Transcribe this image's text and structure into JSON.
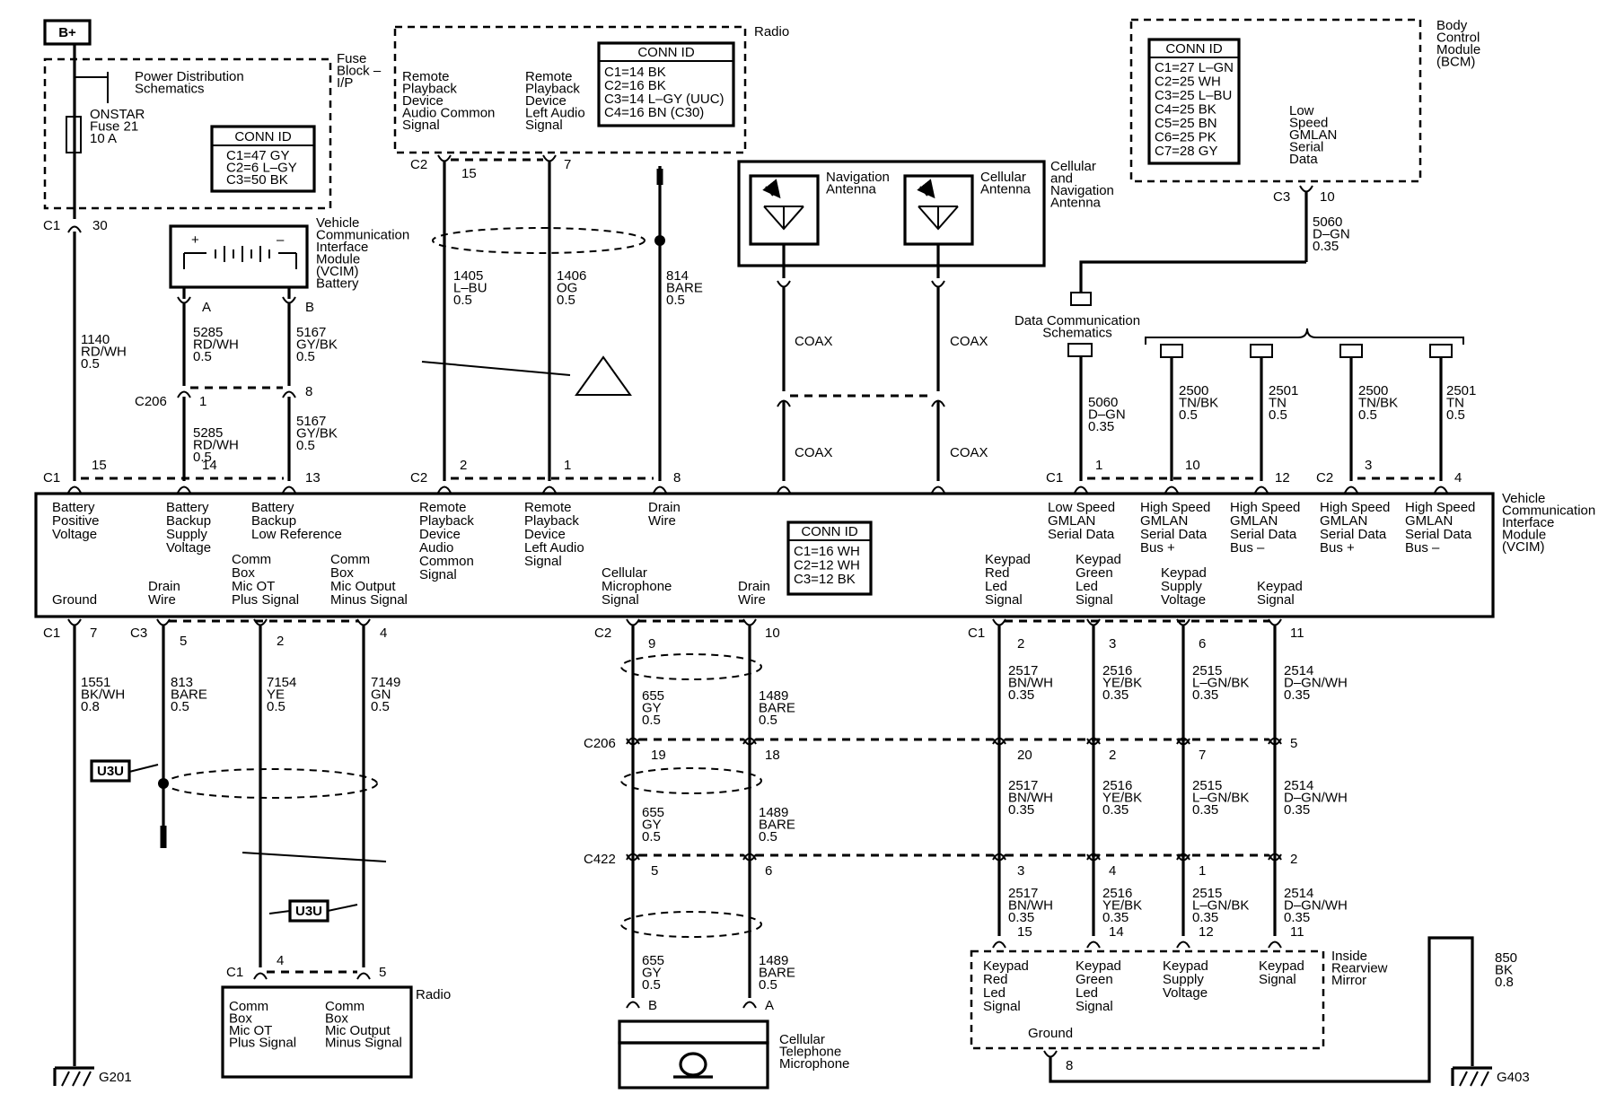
{
  "power": {
    "label": "B+"
  },
  "fuse_block": {
    "title": [
      "Fuse",
      "Block –",
      "I/P"
    ],
    "pds": [
      "Power Distribution",
      "Schematics"
    ],
    "fuse": [
      "ONSTAR",
      "Fuse 21",
      "10 A"
    ],
    "conn_id": {
      "title": "CONN ID",
      "lines": [
        "C1=47 GY",
        "C2=6 L–GY",
        "C3=50 BK"
      ]
    }
  },
  "radio_top": {
    "title": "Radio",
    "sig_common": [
      "Remote",
      "Playback",
      "Device",
      "Audio Common",
      "Signal"
    ],
    "sig_left": [
      "Remote",
      "Playback",
      "Device",
      "Left Audio",
      "Signal"
    ],
    "conn_id": {
      "title": "CONN ID",
      "lines": [
        "C1=14 BK",
        "C2=16 BK",
        "C3=14 L–GY (UUC)",
        "C4=16 BN (C30)"
      ]
    }
  },
  "bcm": {
    "title": [
      "Body",
      "Control",
      "Module",
      "(BCM)"
    ],
    "signal": [
      "Low",
      "Speed",
      "GMLAN",
      "Serial",
      "Data"
    ],
    "conn_id": {
      "title": "CONN ID",
      "lines": [
        "C1=27 L–GN",
        "C2=25 WH",
        "C3=25 L–BU",
        "C4=25 BK",
        "C5=25 BN",
        "C6=25 PK",
        "C7=28 GY"
      ]
    }
  },
  "battery": {
    "title": [
      "Vehicle",
      "Communication",
      "Interface",
      "Module",
      "(VCIM)",
      "Battery"
    ],
    "plus": "+",
    "minus": "–"
  },
  "antenna": {
    "title": [
      "Cellular",
      "and",
      "Navigation",
      "Antenna"
    ],
    "nav": [
      "Navigation",
      "Antenna"
    ],
    "cell": [
      "Cellular",
      "Antenna"
    ]
  },
  "dcs": [
    "Data Communication",
    "Schematics"
  ],
  "vcim": {
    "title": [
      "Vehicle",
      "Communication",
      "Interface",
      "Module",
      "(VCIM)"
    ],
    "conn_id": {
      "title": "CONN ID",
      "lines": [
        "C1=16 WH",
        "C2=12 WH",
        "C3=12 BK"
      ]
    },
    "top_labels": [
      {
        "lines": [
          "Battery",
          "Positive",
          "Voltage"
        ]
      },
      {
        "lines": [
          "Battery",
          "Backup",
          "Supply",
          "Voltage"
        ]
      },
      {
        "lines": [
          "Battery",
          "Backup",
          "Low Reference"
        ]
      },
      {
        "lines": [
          "Remote",
          "Playback",
          "Device",
          "Audio",
          "Common",
          "Signal"
        ]
      },
      {
        "lines": [
          "Remote",
          "Playback",
          "Device",
          "Left Audio",
          "Signal"
        ]
      },
      {
        "lines": [
          "Drain",
          "Wire"
        ]
      },
      {
        "lines": [
          "Low Speed",
          "GMLAN",
          "Serial Data"
        ]
      },
      {
        "lines": [
          "High Speed",
          "GMLAN",
          "Serial Data",
          "Bus +"
        ]
      },
      {
        "lines": [
          "High Speed",
          "GMLAN",
          "Serial Data",
          "Bus –"
        ]
      },
      {
        "lines": [
          "High Speed",
          "GMLAN",
          "Serial Data",
          "Bus +"
        ]
      },
      {
        "lines": [
          "High Speed",
          "GMLAN",
          "Serial Data",
          "Bus –"
        ]
      }
    ],
    "bottom_labels": [
      {
        "lines": [
          "Ground"
        ]
      },
      {
        "lines": [
          "Drain",
          "Wire"
        ]
      },
      {
        "lines": [
          "Comm",
          "Box",
          "Mic OT",
          "Plus Signal"
        ]
      },
      {
        "lines": [
          "Comm",
          "Box",
          "Mic Output",
          "Minus Signal"
        ]
      },
      {
        "lines": [
          "Cellular",
          "Microphone",
          "Signal"
        ]
      },
      {
        "lines": [
          "Drain",
          "Wire"
        ]
      },
      {
        "lines": [
          "Keypad",
          "Red",
          "Led",
          "Signal"
        ]
      },
      {
        "lines": [
          "Keypad",
          "Green",
          "Led",
          "Signal"
        ]
      },
      {
        "lines": [
          "Keypad",
          "Supply",
          "Voltage"
        ]
      },
      {
        "lines": [
          "Keypad",
          "Signal"
        ]
      }
    ]
  },
  "connectors": {
    "C1": "C1",
    "C2": "C2",
    "C3": "C3",
    "C206": "C206",
    "C422": "C422"
  },
  "pins": {
    "fuse_c1": "30",
    "batt_a": "A",
    "batt_b": "B",
    "c206_1": "1",
    "c206_8": "8",
    "radio_15": "15",
    "radio_7": "7",
    "bcm_10": "10",
    "v_15": "15",
    "v_14": "14",
    "v_13": "13",
    "v_2": "2",
    "v_1": "1",
    "v_8": "8",
    "v_c1_1": "1",
    "v_10": "10",
    "v_12": "12",
    "v_c2_3": "3",
    "v_4": "4",
    "b_7": "7",
    "b_5": "5",
    "b_2": "2",
    "b_4": "4",
    "b_9": "9",
    "b_10": "10",
    "k_2": "2",
    "k_3": "3",
    "k_6": "6",
    "k_11": "11",
    "m206_19": "19",
    "m206_18": "18",
    "k206_20": "20",
    "k206_2": "2",
    "k206_7": "7",
    "k206_5": "5",
    "m422_5": "5",
    "m422_6": "6",
    "k422_3": "3",
    "k422_4": "4",
    "k422_1": "1",
    "k422_2": "2",
    "r_4": "4",
    "r_5": "5",
    "mic_b": "B",
    "mic_a": "A",
    "mir_15": "15",
    "mir_14": "14",
    "mir_12": "12",
    "mir_11": "11",
    "mir_8": "8"
  },
  "wires": {
    "w1140": [
      "1140",
      "RD/WH",
      "0.5"
    ],
    "w5285a": [
      "5285",
      "RD/WH",
      "0.5"
    ],
    "w5167a": [
      "5167",
      "GY/BK",
      "0.5"
    ],
    "w5285b": [
      "5285",
      "RD/WH",
      "0.5"
    ],
    "w5167b": [
      "5167",
      "GY/BK",
      "0.5"
    ],
    "w1405": [
      "1405",
      "L–BU",
      "0.5"
    ],
    "w1406": [
      "1406",
      "OG",
      "0.5"
    ],
    "w814": [
      "814",
      "BARE",
      "0.5"
    ],
    "coax": "COAX",
    "w5060a": [
      "5060",
      "D–GN",
      "0.35"
    ],
    "w5060b": [
      "5060",
      "D–GN",
      "0.35"
    ],
    "w2500a": [
      "2500",
      "TN/BK",
      "0.5"
    ],
    "w2501a": [
      "2501",
      "TN",
      "0.5"
    ],
    "w2500b": [
      "2500",
      "TN/BK",
      "0.5"
    ],
    "w2501b": [
      "2501",
      "TN",
      "0.5"
    ],
    "w1551": [
      "1551",
      "BK/WH",
      "0.8"
    ],
    "w813": [
      "813",
      "BARE",
      "0.5"
    ],
    "w7154": [
      "7154",
      "YE",
      "0.5"
    ],
    "w7149": [
      "7149",
      "GN",
      "0.5"
    ],
    "w655": [
      "655",
      "GY",
      "0.5"
    ],
    "w1489": [
      "1489",
      "BARE",
      "0.5"
    ],
    "w2517": [
      "2517",
      "BN/WH",
      "0.35"
    ],
    "w2516": [
      "2516",
      "YE/BK",
      "0.35"
    ],
    "w2515": [
      "2515",
      "L–GN/BK",
      "0.35"
    ],
    "w2514": [
      "2514",
      "D–GN/WH",
      "0.35"
    ],
    "w850": [
      "850",
      "BK",
      "0.8"
    ]
  },
  "u3u": "U3U",
  "radio_bottom": {
    "title": "Radio",
    "plus": [
      "Comm",
      "Box",
      "Mic OT",
      "Plus Signal"
    ],
    "minus": [
      "Comm",
      "Box",
      "Mic Output",
      "Minus Signal"
    ]
  },
  "microphone": {
    "title": [
      "Cellular",
      "Telephone",
      "Microphone"
    ]
  },
  "mirror": {
    "title": [
      "Inside",
      "Rearview",
      "Mirror"
    ],
    "labels": [
      [
        "Keypad",
        "Red",
        "Led",
        "Signal"
      ],
      [
        "Keypad",
        "Green",
        "Led",
        "Signal"
      ],
      [
        "Keypad",
        "Supply",
        "Voltage"
      ],
      [
        "Keypad",
        "Signal"
      ]
    ],
    "ground": "Ground"
  },
  "grounds": {
    "g201": "G201",
    "g403": "G403"
  }
}
